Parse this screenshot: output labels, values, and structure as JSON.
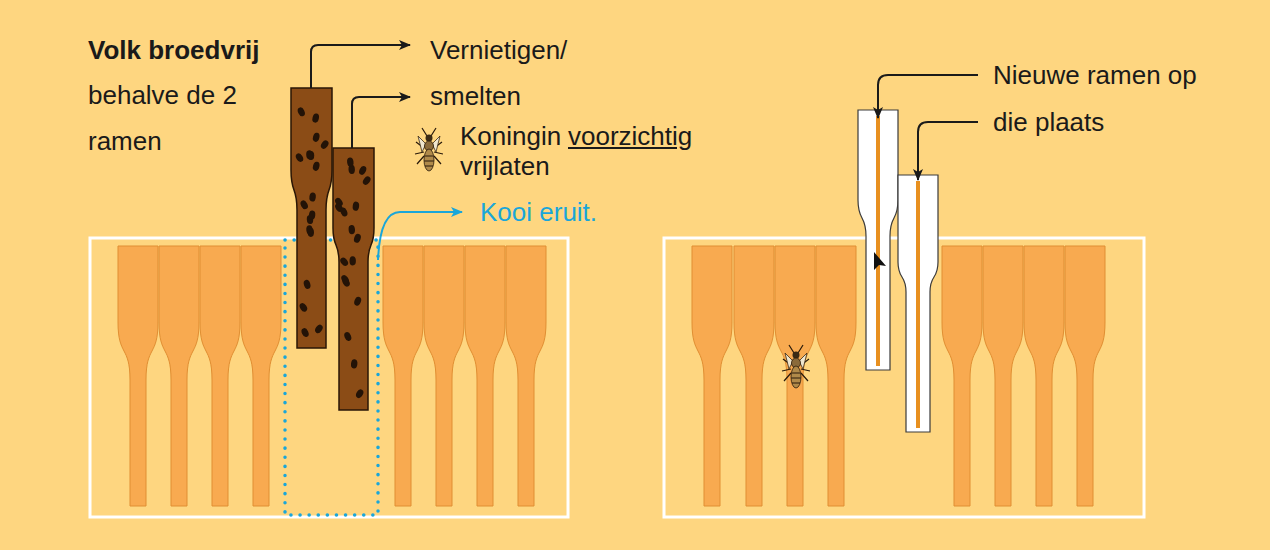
{
  "diagram": {
    "labels": [
      "Volk broedvrij",
      "behalve de 2 ramen",
      "Vernietigen/ smelten",
      "Koningin",
      "voorzichtig",
      "vrijlaten",
      "Kooi eruit.",
      "Nieuwe ramen op die plaats"
    ]
  }
}
